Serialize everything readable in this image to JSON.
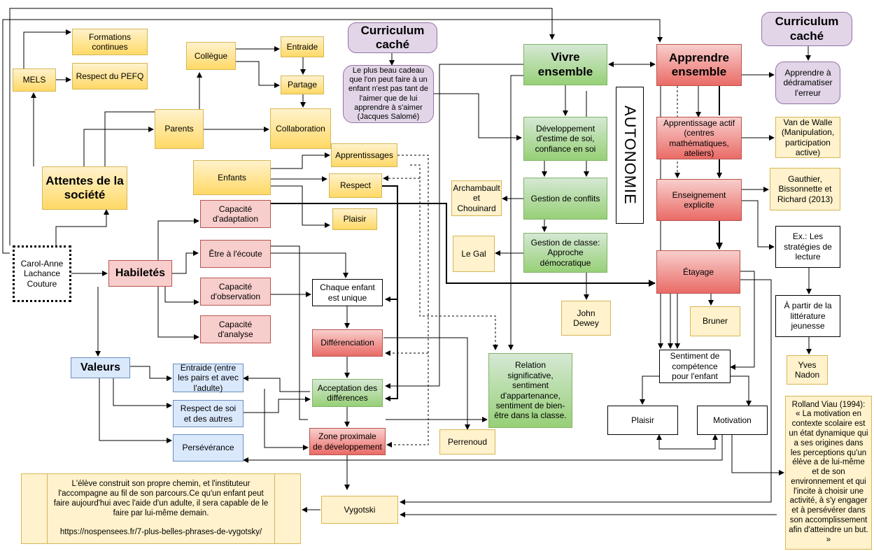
{
  "nodes": {
    "formations": "Formations continues",
    "respect_pefq": "Respect du PEFQ",
    "mels": "MELS",
    "collegue": "Collègue",
    "entraide_top": "Entraide",
    "partage": "Partage",
    "parents": "Parents",
    "collaboration": "Collaboration",
    "apprentissages": "Apprentissages",
    "enfants": "Enfants",
    "respect": "Respect",
    "plaisir_top": "Plaisir",
    "attentes": "Attentes de la société",
    "author": "Carol-Anne Lachance Couture",
    "habiletes": "Habiletés",
    "cap_adaptation": "Capacité d'adaptation",
    "etre_ecoute": "Être à l'écoute",
    "cap_observation": "Capacité d'observation",
    "cap_analyse": "Capacité d'analyse",
    "chaque_enfant": "Chaque enfant est unique",
    "differenciation": "Différenciation",
    "acceptation": "Acceptation des différences",
    "zone_proximale": "Zone proximale de développement",
    "valeurs": "Valeurs",
    "entraide_pairs": "Entraide (entre les pairs et avec l'adulte)",
    "respect_soi": "Respect de soi et des autres",
    "perseverance": "Persévérance",
    "curriculum_left": "Curriculum caché",
    "quote_salome": "Le plus beau cadeau que l'on peut faire à un enfant n'est pas tant de l'aimer que de lui apprendre à s'aimer (Jacques Salomé)",
    "vivre_ensemble": "Vivre ensemble",
    "estime_soi": "Développement d'estime de soi, confiance en soi",
    "gestion_conflits": "Gestion de conflits",
    "gestion_classe": "Gestion de classe: Approche démocratique",
    "archambault": "Archambault et Chouinard",
    "legal": "Le Gal",
    "dewey": "John Dewey",
    "relation": "Relation significative, sentiment d'appartenance, sentiment de bien-être dans la classe.",
    "perrenoud": "Perrenoud",
    "autonomie": "AUTONOMIE",
    "apprendre_ensemble": "Apprendre ensemble",
    "curriculum_right": "Curriculum caché",
    "dedramatiser": "Apprendre à dédramatiser l'erreur",
    "apprentissage_actif": "Apprentissage actif (centres mathématiques, ateliers)",
    "van_de_walle": "Van de Walle (Manipulation, participation active)",
    "enseignement_explicite": "Enseignement explicite",
    "gauthier": "Gauthier, Bissonnette et Richard (2013)",
    "strategies": "Ex.: Les stratégies de lecture",
    "litterature": "À partir de la littérature jeunesse",
    "yves_nadon": "Yves Nadon",
    "etayage": "Étayage",
    "bruner": "Bruner",
    "sentiment_competence": "Sentiment de compétence pour l'enfant",
    "plaisir_right": "Plaisir",
    "motivation": "Motivation",
    "viau": "Rolland Viau (1994): « La motivation en contexte scolaire est un état dynamique qui a ses origines dans les perceptions qu'un élève a de lui-même et de son environnement et qui l'incite à choisir une activité, à s'y engager et à persévérer dans son accomplissement afin d'atteindre un but. »",
    "vygotski": "Vygotski",
    "vygotski_quote": "L'élève construit son propre chemin, et l'instituteur l'accompagne au fil de son parcours.Ce qu'un enfant peut faire aujourd'hui avec l'aide d'un adulte, il sera capable de le faire par lui-même demain.\n\nhttps://nospensees.fr/7-plus-belles-phrases-de-vygotsky/"
  },
  "colors": {
    "yellow": "#ffd966",
    "red": "#ea6b66",
    "green": "#97d077",
    "blue": "#dae8fc",
    "purple": "#e1d5e7",
    "cream": "#fff2cc"
  }
}
